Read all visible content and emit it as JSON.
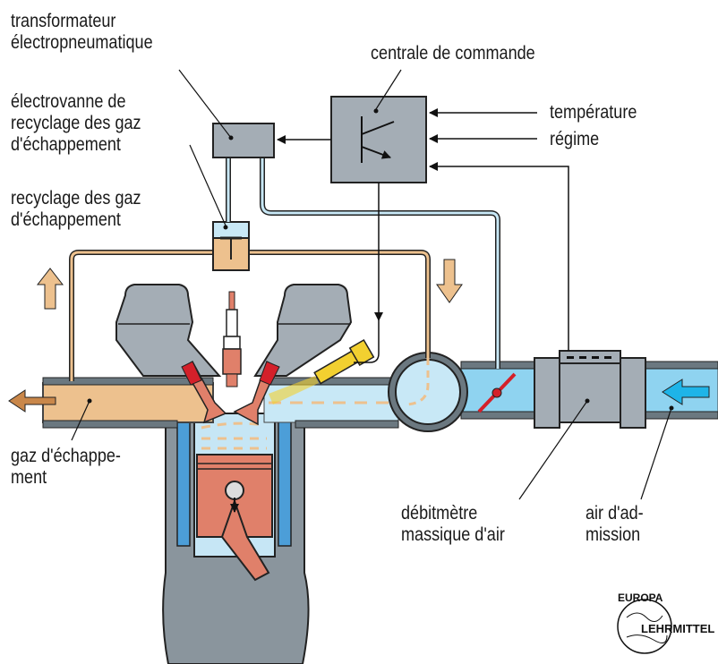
{
  "labels": {
    "transformer": [
      "transformateur",
      "électropneumatique"
    ],
    "egr_valve": [
      "électrovanne de",
      "recyclage des gaz",
      "d'échappement"
    ],
    "egr_line": [
      "recyclage des gaz",
      "d'échappement"
    ],
    "control_unit": "centrale de commande",
    "temperature": "température",
    "rpm": "régime",
    "exhaust_gas": [
      "gaz d'échappe-",
      "ment"
    ],
    "mass_air_flow": [
      "débitmètre",
      "massique d'air"
    ],
    "intake_air": [
      "air d'ad-",
      "mission"
    ]
  },
  "logo": {
    "top": "EUROPA",
    "bottom": "LEHRMITTEL"
  },
  "colors": {
    "component_gray": "#a4adb5",
    "pipe_wall": "#6b7880",
    "intake_blue": "#8fd3f0",
    "intake_light": "#c8e8f6",
    "exhaust_tan": "#edc18e",
    "exhaust_arrow": "#c9874a",
    "valve_red": "#d4202a",
    "piston_salmon": "#e0806a",
    "injector_yellow": "#f2d030",
    "intake_arrow": "#1eb4e8"
  }
}
